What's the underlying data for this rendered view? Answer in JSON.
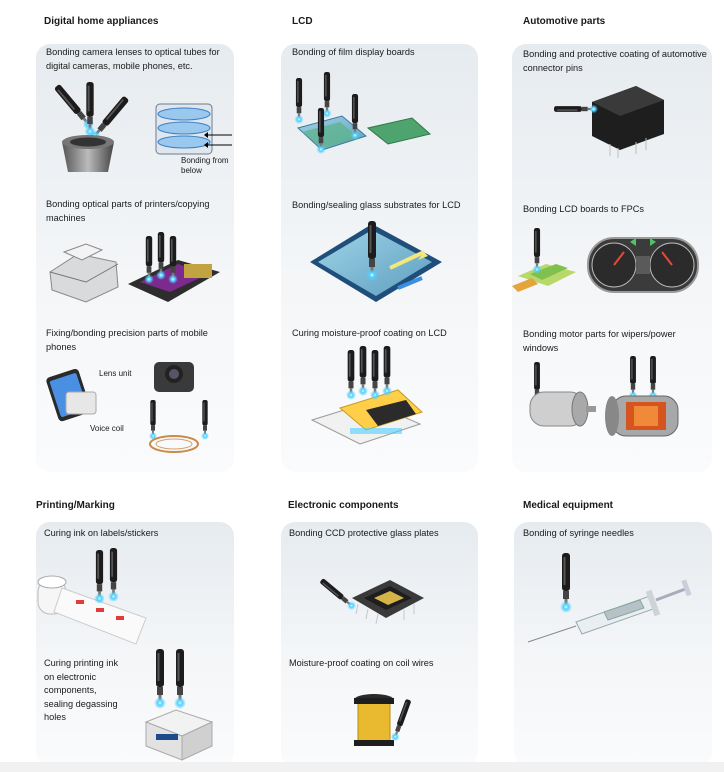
{
  "sections": {
    "digital_home": {
      "title": "Digital home appliances",
      "items": [
        {
          "caption": "Bonding camera lenses to optical tubes for digital cameras, mobile phones, etc.",
          "label": "Bonding from below"
        },
        {
          "caption": "Bonding optical parts of printers/copying machines"
        },
        {
          "caption": "Fixing/bonding precision parts of mobile phones",
          "label_lens": "Lens unit",
          "label_coil": "Voice coil"
        }
      ]
    },
    "lcd": {
      "title": "LCD",
      "items": [
        {
          "caption": "Bonding of film display boards"
        },
        {
          "caption": "Bonding/sealing glass substrates for LCD"
        },
        {
          "caption": "Curing moisture-proof coating on LCD"
        }
      ]
    },
    "automotive": {
      "title": "Automotive parts",
      "items": [
        {
          "caption": "Bonding and protective coating of automotive connector pins"
        },
        {
          "caption": "Bonding LCD boards to FPCs"
        },
        {
          "caption": "Bonding motor parts for wipers/power windows"
        }
      ]
    },
    "printing": {
      "title": "Printing/Marking",
      "items": [
        {
          "caption": "Curing ink on labels/stickers"
        },
        {
          "caption": "Curing printing ink on electronic components, sealing degassing holes"
        }
      ]
    },
    "electronic": {
      "title": "Electronic components",
      "items": [
        {
          "caption": "Bonding CCD protective glass plates"
        },
        {
          "caption": "Moisture-proof coating on coil wires"
        }
      ]
    },
    "medical": {
      "title": "Medical equipment",
      "items": [
        {
          "caption": "Bonding of syringe needles"
        }
      ]
    }
  },
  "colors": {
    "uv_glow": "#4fd0ff",
    "panel_top": "#e6ebef",
    "pcb_green": "#3e9e5a"
  }
}
